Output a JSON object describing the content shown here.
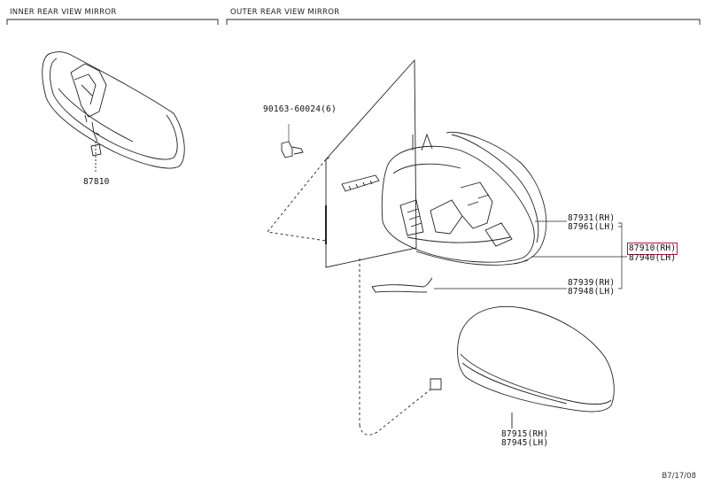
{
  "sections": {
    "inner": "INNER REAR VIEW MIRROR",
    "outer": "OUTER REAR VIEW MIRROR"
  },
  "parts": {
    "p87810": "87810",
    "bolt": "90163-60024(6)",
    "p87931": "87931(RH)",
    "p87961": "87961(LH)",
    "p87910": "87910(RH)",
    "p87940": "87940(LH)",
    "p87939": "87939(RH)",
    "p87948": "87948(LH)",
    "p87915": "87915(RH)",
    "p87945": "87945(LH)"
  },
  "highlight_color": "#b0183a",
  "figure_code": "B7/17/08"
}
